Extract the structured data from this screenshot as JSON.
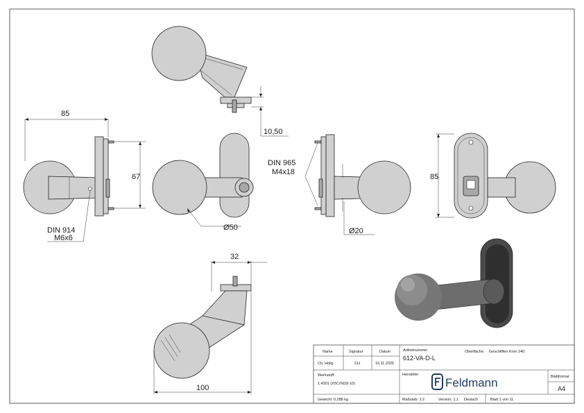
{
  "dimensions": {
    "length_85_top": "85",
    "height_67": "67",
    "offset_10_50": "10,50",
    "din_914_line1": "DIN 914",
    "din_914_line2": "M6x6",
    "diameter_50": "Ø50",
    "din_965_line1": "DIN 965",
    "din_965_line2": "M4x18",
    "diameter_20": "Ø20",
    "height_85_right": "85",
    "width_32": "32",
    "length_100": "100"
  },
  "title_block": {
    "name_header": "Name",
    "signature_header": "Signatur",
    "date_header": "Datum",
    "name_value": "Ch. Hölig",
    "signature_value": "CH",
    "date_value": "10.11.2025",
    "article_label": "Artikelnummer",
    "article_value": "612-VA-D-L",
    "surface_label": "Oberfläche:",
    "surface_value": "Geschliffen Korn 240",
    "material_label": "Werkstoff:",
    "material_value": "1.4301 (X5CrNi18-10)",
    "manufacturer_label": "Hersteller",
    "logo_text": "Feldmann",
    "sheet_format_label": "Blattformat",
    "sheet_format_value": "A4",
    "weight": "Gewicht: 0.288 kg",
    "scale": "Maßstab: 1:2",
    "version": "Version: 1.1",
    "language": "Deutsch",
    "sheet": "Blatt 1 von 11"
  }
}
